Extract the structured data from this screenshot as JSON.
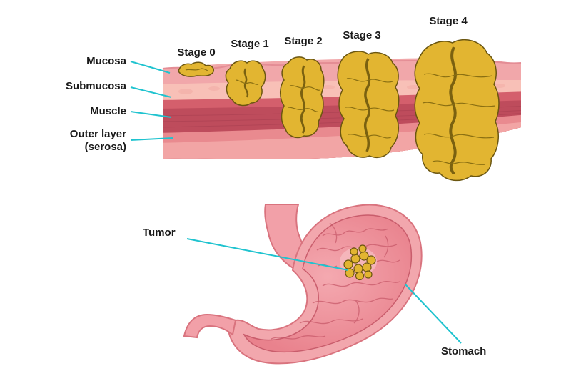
{
  "layer_labels": {
    "mucosa": "Mucosa",
    "submucosa": "Submucosa",
    "muscle": "Muscle",
    "outer_line1": "Outer layer",
    "outer_line2": "(serosa)"
  },
  "stages": [
    "Stage 0",
    "Stage 1",
    "Stage 2",
    "Stage 3",
    "Stage 4"
  ],
  "stomach_labels": {
    "tumor": "Tumor",
    "stomach": "Stomach"
  },
  "colors": {
    "leader_line": "#1fc3cf",
    "tumor_fill": "#e2b531",
    "tumor_stroke": "#6b5610",
    "tissue_pink": "#f0a4a6",
    "muscle": "#c14f5e",
    "serosa": "#e8878e"
  }
}
